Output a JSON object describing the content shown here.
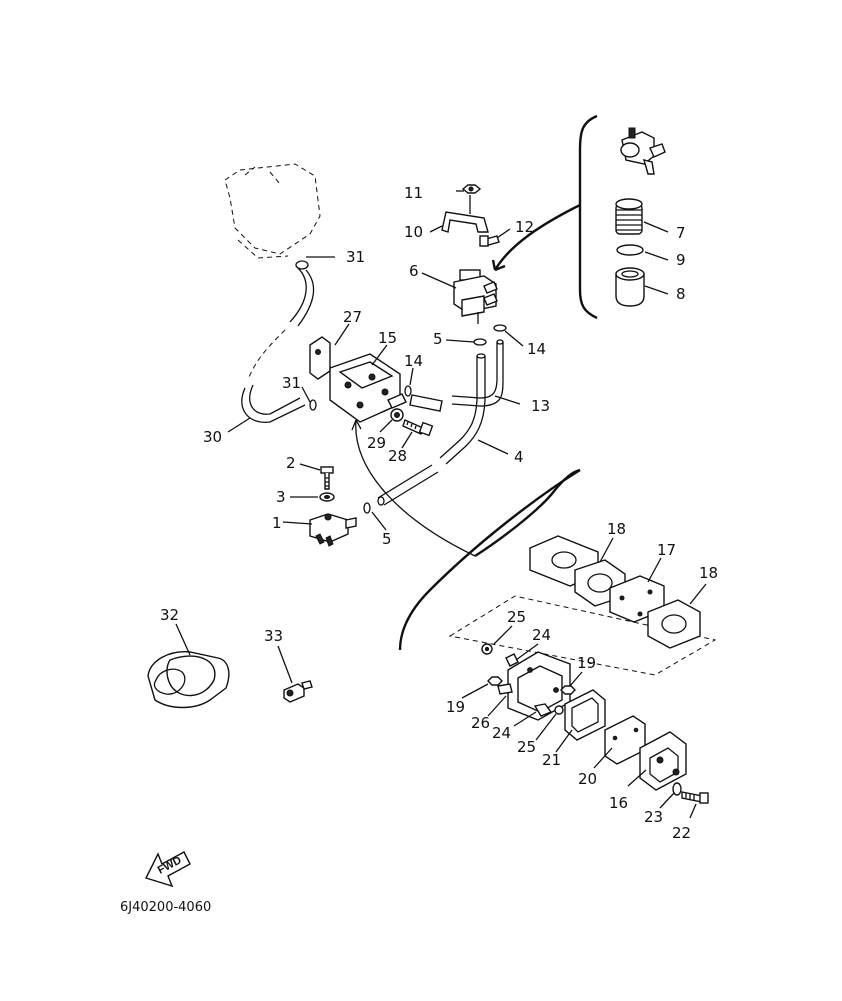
{
  "diagram": {
    "drawing_code": "6J40200-4060",
    "fwd_label": "FWD",
    "callouts": {
      "c1": "1",
      "c2": "2",
      "c3": "3",
      "c4": "4",
      "c5a": "5",
      "c5b": "5",
      "c6": "6",
      "c7": "7",
      "c8": "8",
      "c9": "9",
      "c10": "10",
      "c11": "11",
      "c12": "12",
      "c13": "13",
      "c14a": "14",
      "c14b": "14",
      "c15": "15",
      "c16": "16",
      "c17": "17",
      "c18a": "18",
      "c18b": "18",
      "c19a": "19",
      "c19b": "19",
      "c20": "20",
      "c21": "21",
      "c22": "22",
      "c23": "23",
      "c24a": "24",
      "c24b": "24",
      "c25a": "25",
      "c25b": "25",
      "c26": "26",
      "c27": "27",
      "c28": "28",
      "c29": "29",
      "c30": "30",
      "c31a": "31",
      "c31b": "31",
      "c32": "32",
      "c33": "33"
    }
  }
}
